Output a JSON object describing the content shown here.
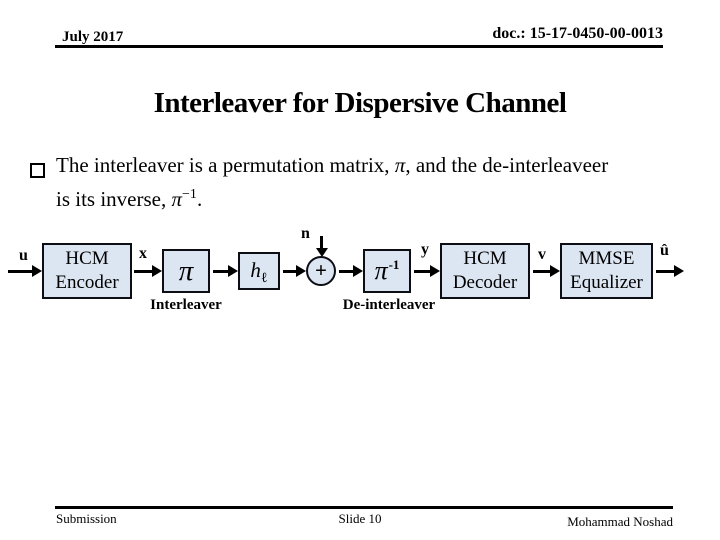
{
  "header": {
    "date": "July 2017",
    "doc_number": "doc.: 15-17-0450-00-0013"
  },
  "title": "Interleaver for Dispersive Channel",
  "bullet": {
    "marker_icon": "square-outline-bullet",
    "line1_part1": "The interleaver is a permutation matrix, ",
    "line1_pi": "π",
    "line1_part2": ", and the de-interleaveer",
    "line2_part1": "is its inverse, ",
    "line2_pi": "π",
    "line2_sup": "−1",
    "line2_end": "."
  },
  "diagram": {
    "signal_labels": {
      "input": "u",
      "after_encoder": "x",
      "noise": "n",
      "after_deinterleaver": "y",
      "after_decoder": "v",
      "output": "û"
    },
    "blocks": {
      "encoder": {
        "line1": "HCM",
        "line2": "Encoder"
      },
      "interleaver": {
        "symbol": "π",
        "caption": "Interleaver"
      },
      "channel": {
        "symbol": "h",
        "sub": "ℓ"
      },
      "adder": {
        "symbol": "+"
      },
      "deinterleaver": {
        "symbol": "π",
        "sup": "-1",
        "caption": "De-interleaver"
      },
      "decoder": {
        "line1": "HCM",
        "line2": "Decoder"
      },
      "equalizer": {
        "line1": "MMSE",
        "line2": "Equalizer"
      }
    },
    "colors": {
      "block_fill": "#dce6f2",
      "block_border": "#0d0d14",
      "arrow": "#000000"
    }
  },
  "footer": {
    "left": "Submission",
    "center": "Slide 10",
    "right": "Mohammad Noshad"
  }
}
